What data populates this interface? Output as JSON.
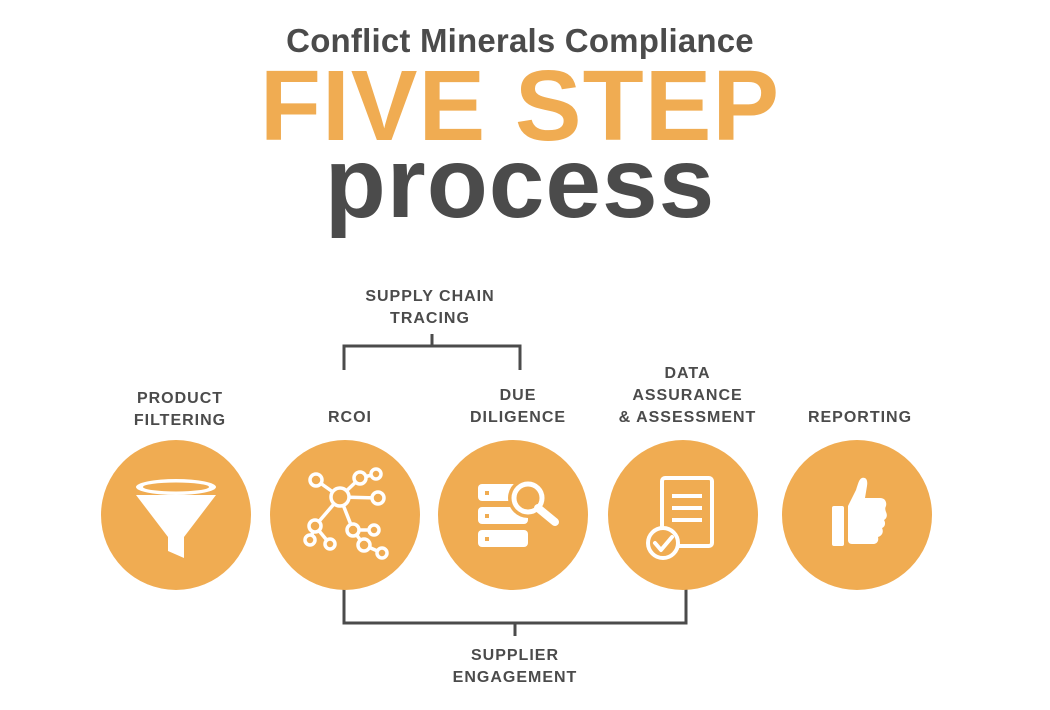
{
  "header": {
    "subtitle": "Conflict Minerals Compliance",
    "headline": "FIVE STEP",
    "headline_tail": "process"
  },
  "groups": {
    "top": "SUPPLY CHAIN\nTRACING",
    "bottom": "SUPPLIER\nENGAGEMENT"
  },
  "steps": [
    {
      "label": "PRODUCT\nFILTERING",
      "icon": "funnel-icon"
    },
    {
      "label": "RCOI",
      "icon": "network-nodes-icon"
    },
    {
      "label": "DUE\nDILIGENCE",
      "icon": "database-search-icon"
    },
    {
      "label": "DATA\nASSURANCE\n& ASSESSMENT",
      "icon": "checklist-document-icon"
    },
    {
      "label": "REPORTING",
      "icon": "thumbs-up-icon"
    }
  ],
  "colors": {
    "accent": "#f0ac52",
    "text": "#4b4b4b",
    "icon": "#ffffff"
  }
}
